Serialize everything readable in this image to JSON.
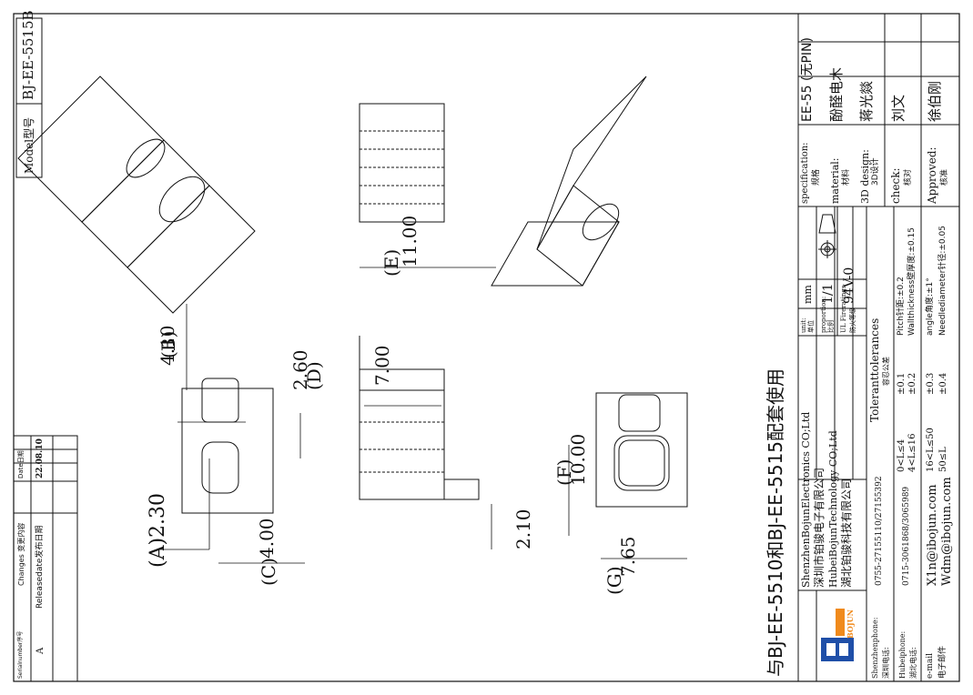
{
  "model_box": {
    "label": "Model型号",
    "value": "BJ-EE-5515B"
  },
  "changes_table": {
    "headers": [
      "Serialnumber序号",
      "Changes 变更内容",
      "Date日期"
    ],
    "rows": [
      {
        "serial": "A",
        "change": "Releasedate发布日期",
        "date": "22.08.10"
      }
    ]
  },
  "dimensions": {
    "A": "(A)2.30",
    "B": "(B)",
    "B_value": "4.10",
    "C": "(C)",
    "C_value": "4.00",
    "D": "(D)",
    "D_value": "2.60",
    "E": "(E)",
    "E_value": "11.00",
    "F": "(F)",
    "F_value": "10.00",
    "G": "(G)",
    "G_value": "7.65",
    "h700": "7.00",
    "h210": "2.10"
  },
  "pairing_note": "与BJ-EE-5510和BJ-EE-5515配套使用",
  "title_block": {
    "company": [
      "ShenzhenBojunElectronics CO;Ltd",
      "深圳市铂骏电子有限公司",
      "HubeiBojunTechnology CO;Ltd",
      "湖北铂骏科技有限公司"
    ],
    "logo_text": "BOJUN",
    "shenzhen_phone_label": "Shenzhenphone:",
    "shenzhen_phone_label_cn": "深圳电话:",
    "shenzhen_phone": "0755-27155110/27155392",
    "hubei_phone_label": "Hubeiphone:",
    "hubei_phone_label_cn": "湖北电话:",
    "hubei_phone": "0715-3061868/3065989",
    "email_label": "e-mail",
    "email_label_cn": "电子邮件",
    "email1": "X1n@ibojun.com",
    "email2": "Wdm@ibojun.com",
    "tolerance_title": "Toleranttolerances",
    "tolerance_title_cn": "容忍公差",
    "tolerance_ranges": [
      "0<L≤4",
      "4<L≤16",
      "16<L≤50",
      "50≤L"
    ],
    "tolerance_values": [
      "±0.1",
      "±0.2",
      "±0.3",
      "±0.4"
    ],
    "pitch": "Pitch针距:±0.2",
    "wall": "Wallthickness壁厚度:±0.15",
    "angle": "angle角度:±1°",
    "needle": "Needlediameter针径:±0.05",
    "unit_label": "unit:",
    "unit_label_cn": "单位",
    "unit_value": "mm",
    "proportion_label": "proportion:",
    "proportion_label_cn": "比例",
    "proportion_value": "1/1",
    "fire_label": "UL Fireratings",
    "fire_label_cn": "防火等级",
    "fire_value": "94V-0",
    "spec_label": "specification:",
    "spec_label_cn": "规格",
    "spec_value": "EE-55 (无PIN)",
    "material_label": "material:",
    "material_label_cn": "材料",
    "material_value": "酚醛电木",
    "design_label": "3D design:",
    "design_label_cn": "3D设计",
    "design_value": "蒋光燚",
    "check_label": "check:",
    "check_label_cn": "核对",
    "check_value": "刘文",
    "approved_label": "Approved:",
    "approved_label_cn": "核准",
    "approved_value": "徐伯刚"
  },
  "colors": {
    "line": "#111111",
    "paper": "#ffffff",
    "logo_blue": "#1f4fa8",
    "logo_orange": "#f08a1c"
  }
}
